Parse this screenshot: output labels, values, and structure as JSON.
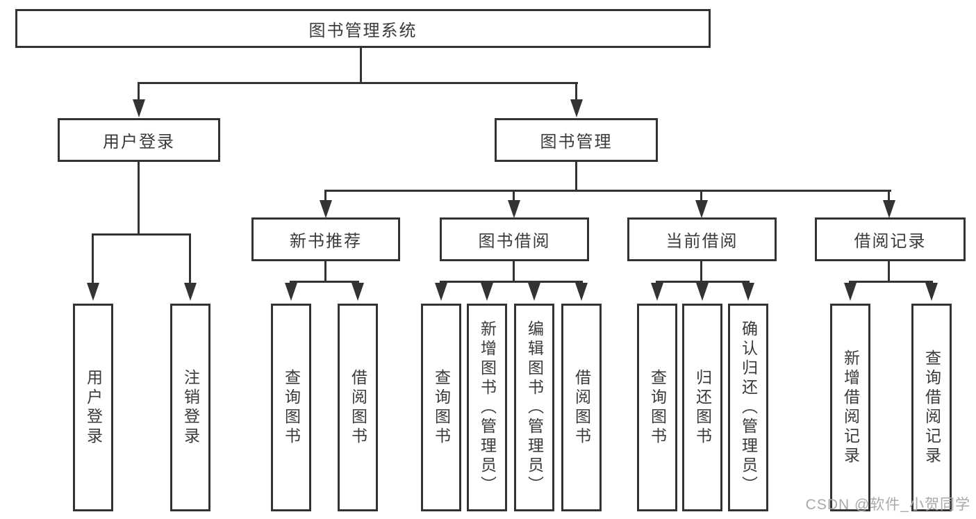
{
  "tree": {
    "root": {
      "label": "图书管理系统"
    },
    "branches": [
      {
        "label": "用户登录",
        "children": [
          {
            "label": "用户登录"
          },
          {
            "label": "注销登录"
          }
        ]
      },
      {
        "label": "图书管理",
        "children": [
          {
            "label": "新书推荐",
            "children": [
              {
                "label": "查询图书"
              },
              {
                "label": "借阅图书"
              }
            ]
          },
          {
            "label": "图书借阅",
            "children": [
              {
                "label": "查询图书"
              },
              {
                "label": "新增图书（管理员）"
              },
              {
                "label": "编辑图书（管理员）"
              },
              {
                "label": "借阅图书"
              }
            ]
          },
          {
            "label": "当前借阅",
            "children": [
              {
                "label": "查询图书"
              },
              {
                "label": "归还图书"
              },
              {
                "label": "确认归还（管理员）"
              }
            ]
          },
          {
            "label": "借阅记录",
            "children": [
              {
                "label": "新增借阅记录"
              },
              {
                "label": "查询借阅记录"
              }
            ]
          }
        ]
      }
    ]
  },
  "watermark": {
    "text": "CSDN @软件_小贺同学"
  },
  "colors": {
    "line": "#333333",
    "box_border": "#333333",
    "box_fill": "#ffffff",
    "text": "#3a3a3a",
    "watermark": "#a9a9a9",
    "background": "#ffffff"
  }
}
